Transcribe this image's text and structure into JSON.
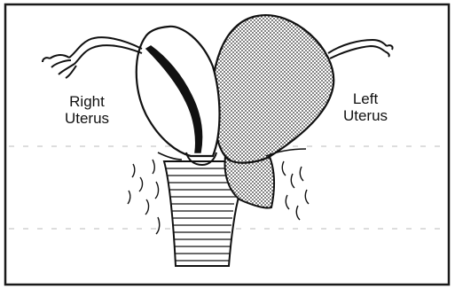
{
  "labels": {
    "right_uterus": {
      "line1": "Right",
      "line2": "Uterus"
    },
    "left_uterus": {
      "line1": "Left",
      "line2": "Uterus"
    }
  },
  "colors": {
    "ink": "#111111",
    "paper": "#ffffff",
    "frame": "#1a1a1a",
    "stipple": "#2b2b2b"
  },
  "icons": {
    "stipple_pattern": "dotted-fill",
    "vagina_stripes": "horizontal-hatching"
  }
}
